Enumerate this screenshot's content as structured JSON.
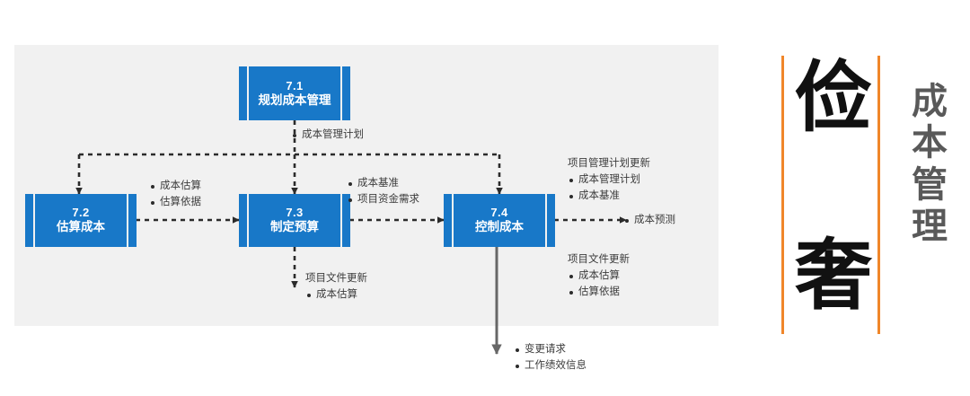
{
  "diagram": {
    "title_area": {
      "big_chars": [
        "俭",
        "奢"
      ],
      "vertical_title": [
        "成",
        "本",
        "管",
        "理"
      ],
      "accent_color": "#f0862a",
      "title_color": "#595959"
    },
    "box_color": "#1878c8",
    "panel_color": "#f1f1f1",
    "boxes": [
      {
        "id": "7.1",
        "number": "7.1",
        "name": "规划成本管理"
      },
      {
        "id": "7.2",
        "number": "7.2",
        "name": "估算成本"
      },
      {
        "id": "7.3",
        "number": "7.3",
        "name": "制定预算"
      },
      {
        "id": "7.4",
        "number": "7.4",
        "name": "控制成本"
      }
    ],
    "annotations": {
      "cost_mgmt_plan": {
        "items": [
          "成本管理计划"
        ]
      },
      "from_7_2": {
        "items": [
          "成本估算",
          "估算依据"
        ]
      },
      "from_7_3": {
        "items": [
          "成本基准",
          "项目资金需求"
        ]
      },
      "pm_plan_updates": {
        "header": "项目管理计划更新",
        "items": [
          "成本管理计划",
          "成本基准"
        ]
      },
      "cost_forecast": {
        "items": [
          "成本预测"
        ]
      },
      "project_doc_updates_right": {
        "header": "项目文件更新",
        "items": [
          "成本估算",
          "估算依据"
        ]
      },
      "project_doc_updates_mid": {
        "header": "项目文件更新",
        "items": [
          "成本估算"
        ]
      },
      "bottom_outputs": {
        "items": [
          "变更请求",
          "工作绩效信息"
        ]
      }
    }
  }
}
